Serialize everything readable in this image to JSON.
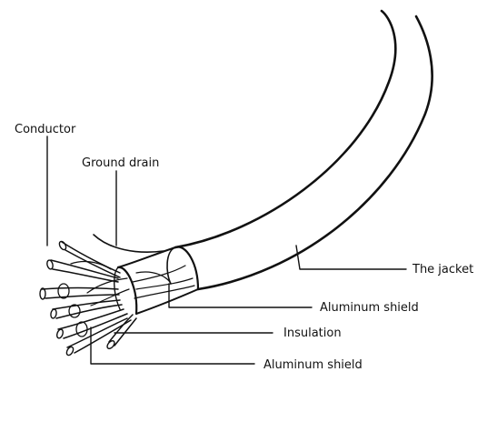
{
  "diagram": {
    "labels": {
      "conductor": "Conductor",
      "ground_drain": "Ground drain",
      "jacket": "The jacket",
      "aluminum_shield_outer": "Aluminum shield",
      "insulation": "Insulation",
      "aluminum_shield_inner": "Aluminum shield"
    }
  }
}
